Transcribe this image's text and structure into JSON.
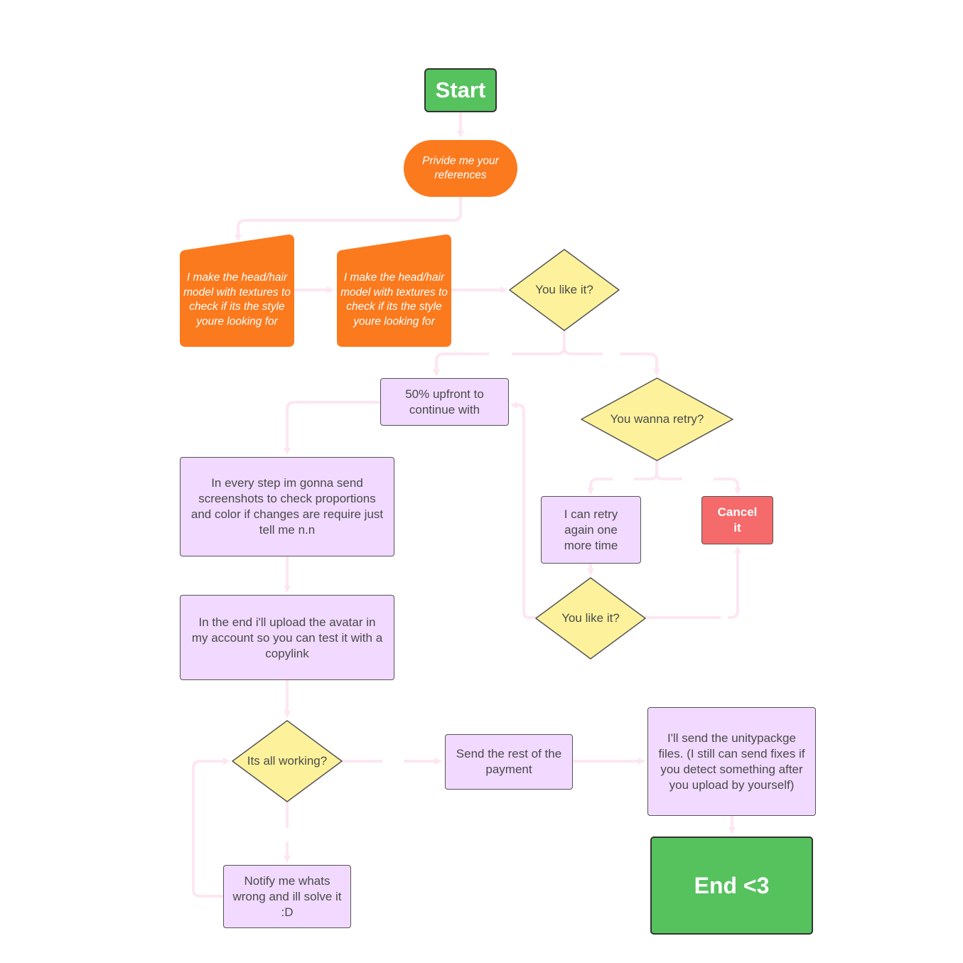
{
  "colors": {
    "terminal_green": "#55c25e",
    "process_orange": "#fb7a1e",
    "process_purple": "#f1d9ff",
    "decision_yellow": "#fdf29b",
    "cancel_red": "#f56a6a",
    "connector_pink": "#fde6f2"
  },
  "nodes": {
    "start": "Start",
    "provide_refs": "Privide me your references",
    "model_1": "I make the head/hair model with textures to check if its the style youre looking for",
    "model_2": "I make the head/hair model with textures to check if its the style youre looking for",
    "like_1": "You like it?",
    "upfront": "50% upfront to continue with",
    "retry_q": "You wanna retry?",
    "screenshots": "In every step im gonna send screenshots to check proportions and color if changes are require just tell me n.n",
    "retry_again": "I can retry again one more time",
    "cancel": "Cancel it",
    "like_2": "You like it?",
    "upload": "In the end i'll upload the avatar in my account so you can test it with a copylink",
    "working_q": "Its all working?",
    "rest_payment": "Send the rest of the payment",
    "unity_files": "I'll send the unitypackge files. (I still can send fixes if you detect something after you upload by yourself)",
    "notify": "Notify me whats wrong and ill solve it :D",
    "end": "End <3"
  }
}
